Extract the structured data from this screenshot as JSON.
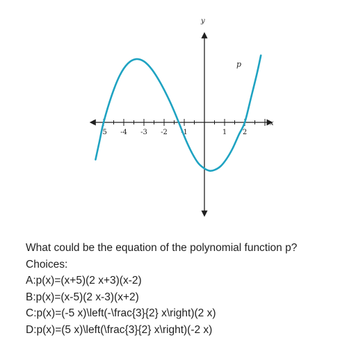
{
  "chart_data": {
    "type": "line",
    "title": "",
    "xlabel": "x",
    "ylabel": "y",
    "xlim": [
      -5.5,
      3.2
    ],
    "ylim": [
      -10.5,
      10.5
    ],
    "x_ticks": [
      -5,
      -4,
      -3,
      -2,
      -1,
      1,
      2
    ],
    "x_tick_labels": [
      "-5",
      "-4",
      "-3",
      "-2",
      "-1",
      "1",
      "2"
    ],
    "grid": false,
    "series": [
      {
        "name": "p",
        "color": "#1fa3c2",
        "x": [
          -5.4,
          -5.2,
          -5.0,
          -4.6,
          -4.2,
          -3.8,
          -3.4,
          -3.0,
          -2.6,
          -2.2,
          -1.8,
          -1.5,
          -1.2,
          -0.9,
          -0.6,
          -0.3,
          0.0,
          0.25,
          0.5,
          0.8,
          1.1,
          1.4,
          1.7,
          2.0,
          2.3,
          2.6,
          2.8
        ],
        "y": [
          -5.0,
          -2.5,
          0.0,
          3.6,
          6.3,
          7.9,
          8.5,
          8.2,
          7.1,
          5.4,
          3.3,
          1.5,
          -0.5,
          -2.5,
          -4.2,
          -5.5,
          -6.2,
          -6.5,
          -6.4,
          -5.9,
          -4.9,
          -3.5,
          -1.7,
          0.0,
          3.2,
          6.5,
          9.0
        ]
      }
    ]
  },
  "question": {
    "prompt": "What could be the equation of the polynomial function p?",
    "choices_heading": "Choices:",
    "choices": [
      "A:p(x)=(x+5)(2 x+3)(x-2)",
      "B:p(x)=(x-5)(2 x-3)(x+2)",
      "C:p(x)=(-5 x)\\left(-\\frac{3}{2} x\\right)(2 x)",
      "D:p(x)=(5 x)\\left(\\frac{3}{2} x\\right)(-2 x)"
    ]
  }
}
